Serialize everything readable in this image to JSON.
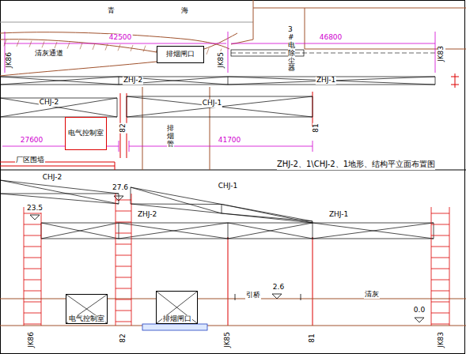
{
  "diagram": {
    "title": "ZHJ-2、1\\CHJ-2、1地形、结构平立面布置图",
    "nodes": [
      {
        "text": [
          "排烟闸口"
        ]
      },
      {
        "text": [
          "电气控制室"
        ]
      },
      {
        "text": [
          "电气控制室"
        ]
      },
      {
        "text": [
          "排烟闸口"
        ]
      }
    ],
    "labels": [
      "青",
      "海",
      "清灰通道",
      "42500",
      "46800",
      "JK86",
      "JK85",
      "JK83",
      "3#电除尘器",
      "ZHJ-2",
      "ZHJ-1",
      "CHJ-2",
      "CHJ-1",
      "82",
      "81",
      "排烟管",
      "27600",
      "41700",
      "厂区围墙",
      "CHJ-2",
      "27.6",
      "CHJ-1",
      "23.5",
      "ZHJ-2",
      "ZHJ-1",
      "2.6",
      "引桥",
      "清灰",
      "0.0",
      "JK86",
      "82",
      "JK85",
      "81",
      "JK83"
    ]
  }
}
